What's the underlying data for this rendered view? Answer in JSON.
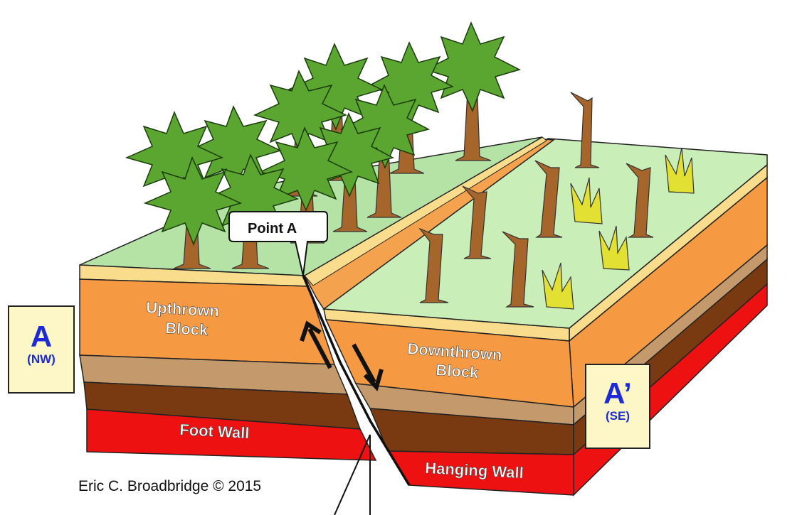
{
  "labels": {
    "point_a": "Point A",
    "upthrown_1": "Upthrown",
    "upthrown_2": "Block",
    "downthrown_1": "Downthrown",
    "downthrown_2": "Block",
    "foot_wall": "Foot Wall",
    "hanging_wall": "Hanging Wall"
  },
  "section_left": {
    "letter": "A",
    "direction": "(NW)"
  },
  "section_right": {
    "letter": "A’",
    "direction": "(SE)"
  },
  "credit": "Eric C. Broadbridge © 2015",
  "colors": {
    "surface_left": "#b5e3a6",
    "surface_right": "#c9eeb8",
    "topsoil": "#f9dd8c",
    "orange_layer": "#f59a43",
    "tan_layer": "#c49a6c",
    "brown_layer": "#7a3a11",
    "red_layer": "#ee1111",
    "label_blue": "#1c2bd6",
    "label_box": "#fdf6c6",
    "tree_green": "#5aa631",
    "trunk": "#a5652b",
    "grass_yellow": "#e2e033"
  },
  "icons": [
    "pine-tree-icon",
    "dead-tree-icon",
    "grass-tuft-icon",
    "up-arrow-icon",
    "down-arrow-icon"
  ]
}
